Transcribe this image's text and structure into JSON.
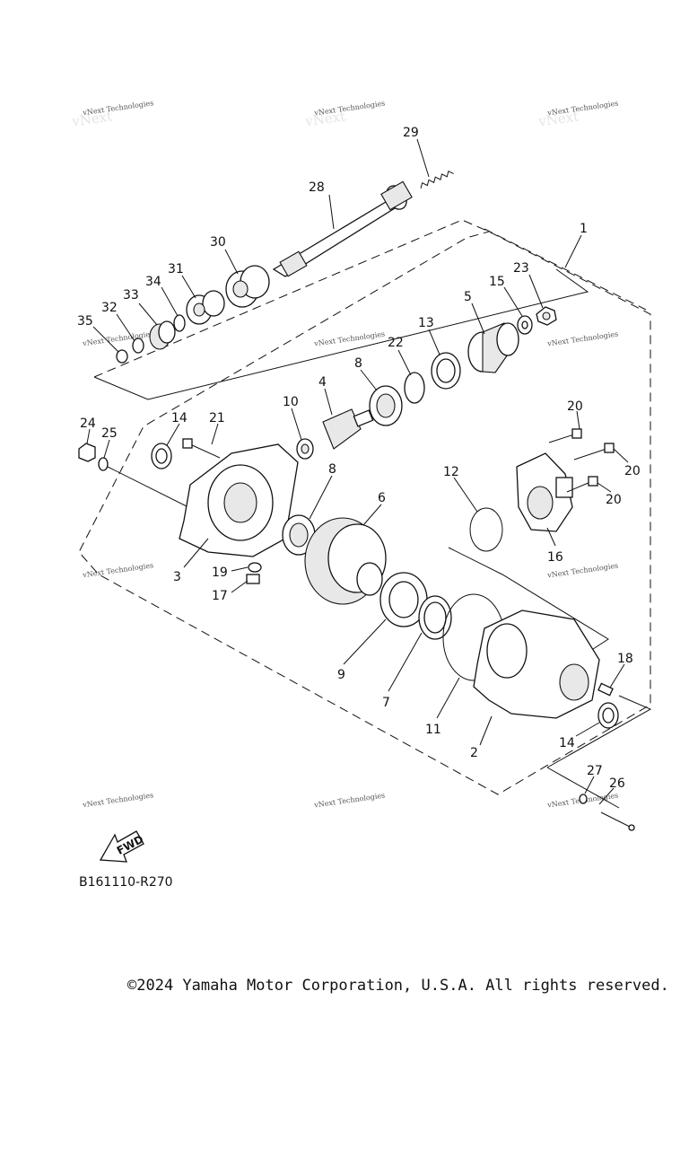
{
  "diagram": {
    "callouts": [
      "1",
      "2",
      "3",
      "4",
      "5",
      "6",
      "7",
      "8",
      "8",
      "9",
      "10",
      "11",
      "12",
      "13",
      "14",
      "14",
      "15",
      "16",
      "17",
      "18",
      "19",
      "20",
      "20",
      "20",
      "21",
      "22",
      "23",
      "24",
      "25",
      "26",
      "27",
      "28",
      "29",
      "30",
      "31",
      "32",
      "33",
      "34",
      "35"
    ],
    "watermark_text": "vNext Technologies",
    "fwd_label": "FWD",
    "diagram_code": "B161110-R270"
  },
  "footer": {
    "copyright": "©2024 Yamaha Motor Corporation, U.S.A. All rights reserved."
  }
}
